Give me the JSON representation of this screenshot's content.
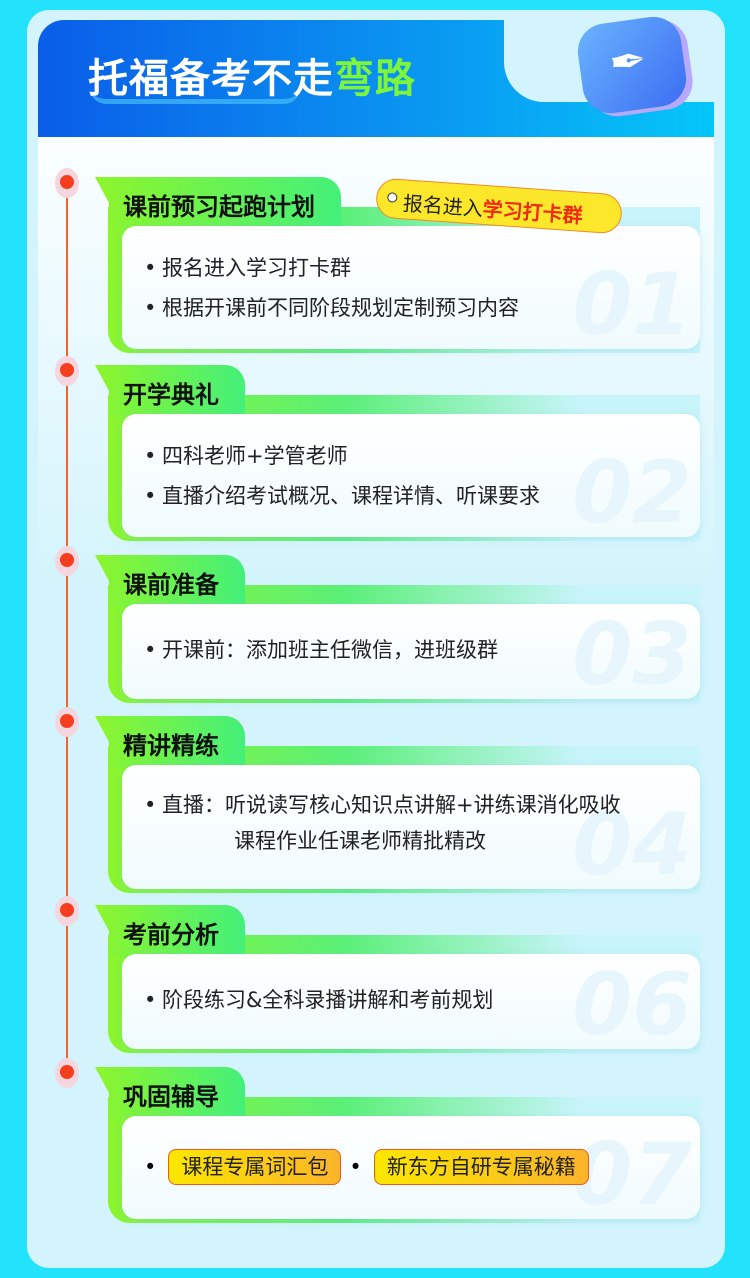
{
  "header": {
    "title_main": "托福备考不走",
    "title_highlight": "弯路",
    "badge_icon": "pen-nib-icon"
  },
  "colors": {
    "accent_green": "#7cf53b",
    "timeline": "#f43e1e",
    "brand_blue": "#0a5de8"
  },
  "sign": {
    "prefix": "报名进入",
    "highlight": "学习打卡群"
  },
  "sections": [
    {
      "title": "课前预习起跑计划",
      "number": "01",
      "lines": [
        "报名进入学习打卡群",
        "根据开课前不同阶段规划定制预习内容"
      ]
    },
    {
      "title": "开学典礼",
      "number": "02",
      "lines": [
        "四科老师+学管老师",
        "直播介绍考试概况、课程详情、听课要求"
      ]
    },
    {
      "title": "课前准备",
      "number": "03",
      "lines": [
        "开课前：添加班主任微信，进班级群"
      ]
    },
    {
      "title": "精讲精练",
      "number": "04",
      "lines": [
        "直播：听说读写核心知识点讲解+讲练课消化吸收",
        "课程作业任课老师精批精改"
      ]
    },
    {
      "title": "考前分析",
      "number": "06",
      "lines": [
        "阶段练习&全科录播讲解和考前规划"
      ]
    },
    {
      "title": "巩固辅导",
      "number": "07",
      "pills": [
        "课程专属词汇包",
        "新东方自研专属秘籍"
      ]
    }
  ]
}
